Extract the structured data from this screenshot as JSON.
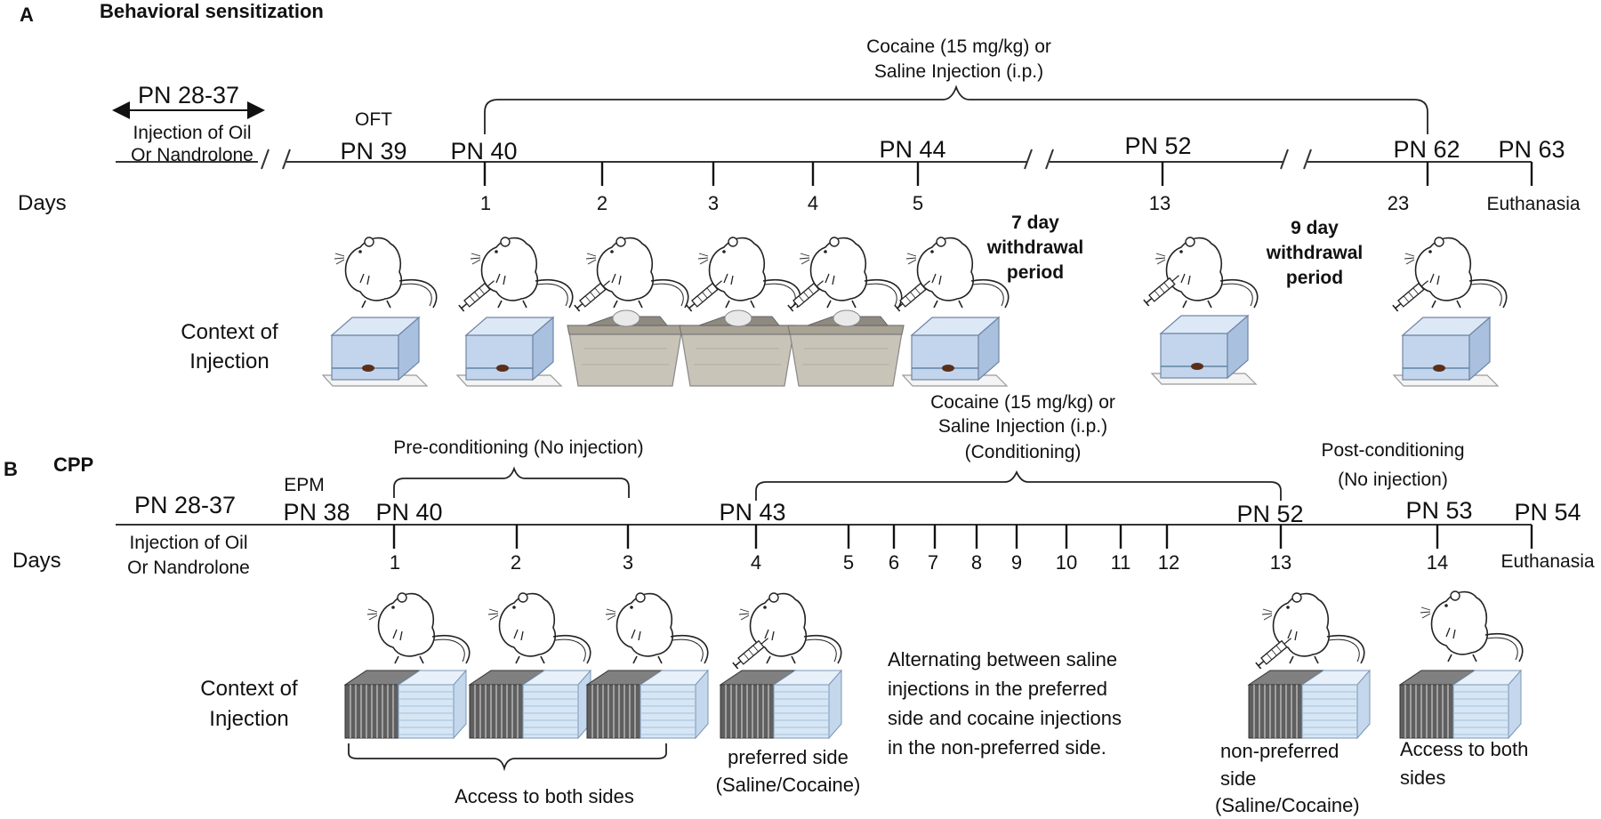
{
  "panelA": {
    "letter": "A",
    "title": "Behavioral sensitization",
    "days_label": "Days",
    "context_label": [
      "Context of",
      "Injection"
    ],
    "pretreat_range": "PN 28-37",
    "pretreat_desc": [
      "Injection of Oil",
      "Or Nandrolone"
    ],
    "oft_label": "OFT",
    "brace_label": [
      "Cocaine (15 mg/kg)  or",
      "Saline Injection (i.p.)"
    ],
    "pn_labels": [
      "PN  39",
      "PN  40",
      "PN  44",
      "PN  52",
      "PN  62",
      "PN  63"
    ],
    "day_numbers": [
      "1",
      "2",
      "3",
      "4",
      "5",
      "13",
      "23"
    ],
    "euthanasia": "Euthanasia",
    "withdrawal_7": [
      "7 day",
      "withdrawal",
      "period"
    ],
    "withdrawal_9": [
      "9 day",
      "withdrawal",
      "period"
    ]
  },
  "panelB": {
    "letter": "B",
    "title": "CPP",
    "days_label": "Days",
    "context_label": [
      "Context of",
      "Injection"
    ],
    "pretreat_range": "PN 28-37",
    "pretreat_desc": [
      "Injection of Oil",
      "Or Nandrolone"
    ],
    "epm_label": "EPM",
    "precond_label": "Pre-conditioning (No injection)",
    "cond_label": [
      "Cocaine (15 mg/kg) or",
      "Saline Injection (i.p.)",
      "(Conditioning)"
    ],
    "postcond_label": [
      "Post-conditioning",
      "(No injection)"
    ],
    "pn_labels": [
      "PN  38",
      "PN  40",
      "PN  43",
      "PN  52",
      "PN  53",
      "PN  54"
    ],
    "day_numbers": [
      "1",
      "2",
      "3",
      "4",
      "5",
      "6",
      "7",
      "8",
      "9",
      "10",
      "11",
      "12",
      "13",
      "14"
    ],
    "euthanasia": "Euthanasia",
    "access_both": "Access to both sides",
    "preferred": [
      "preferred side",
      "(Saline/Cocaine)"
    ],
    "alternating": [
      "Alternating between saline",
      "injections in the preferred",
      "side and cocaine injections",
      "in the non-preferred side."
    ],
    "nonpreferred": [
      "non-preferred",
      "side",
      "(Saline/Cocaine)"
    ],
    "access_both_2": [
      "Access to both",
      "sides"
    ]
  }
}
